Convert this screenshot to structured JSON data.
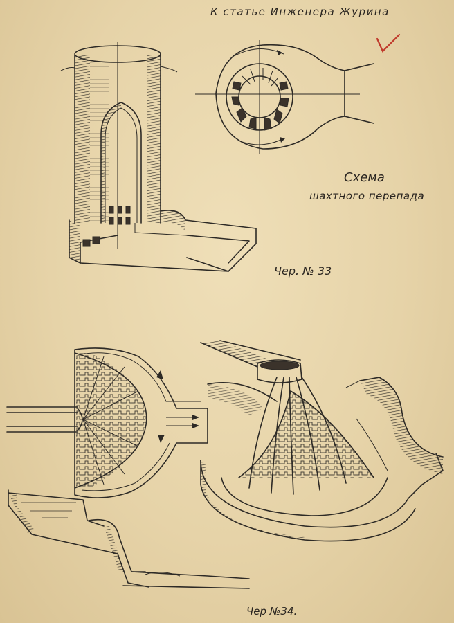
{
  "header": {
    "note": "К статье Инженера Журина"
  },
  "upper_plate": {
    "caption_line1": "Схема",
    "caption_line2": "шахтного перепада",
    "figure_label": "Чер. № 33"
  },
  "lower_plate": {
    "figure_label": "Чер №34."
  },
  "colors": {
    "paper": "#e6d4aa",
    "ink": "#2d2a26",
    "check_mark": "#c0392b"
  }
}
